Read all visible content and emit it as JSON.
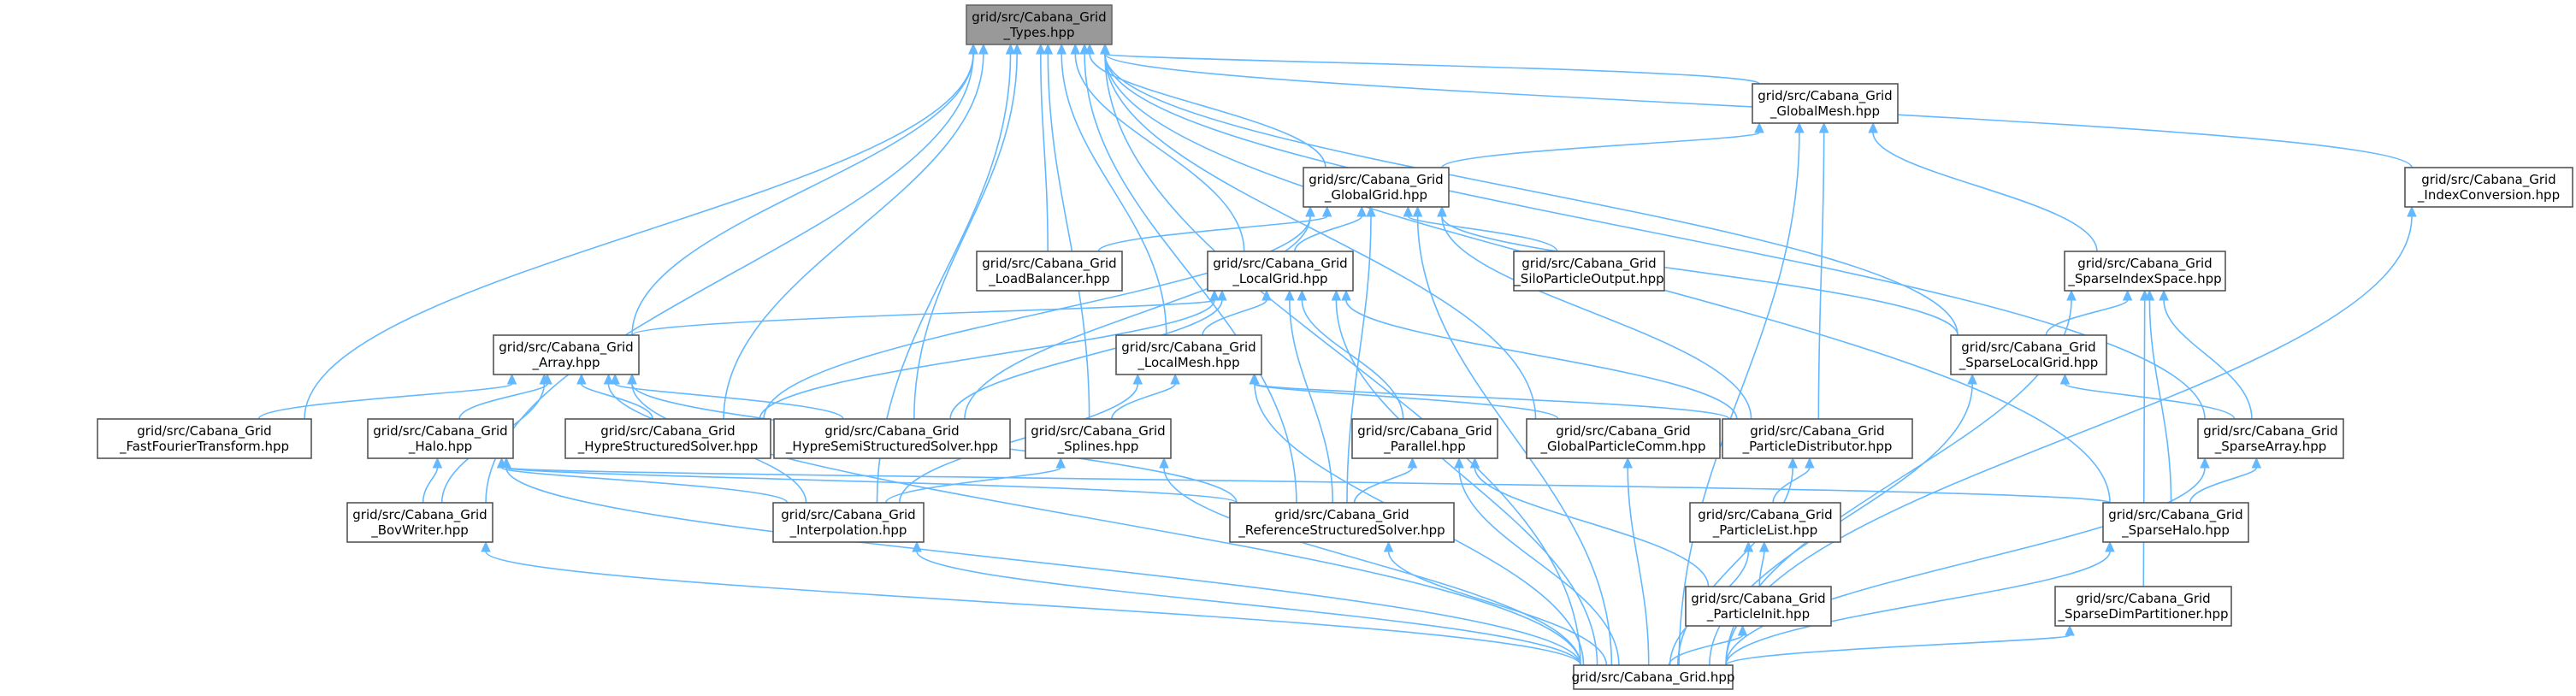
{
  "diagram": {
    "type": "include-dependency-graph",
    "root": "types",
    "colors": {
      "edge": "#63b8ff",
      "root_fill": "#999999",
      "node_fill": "#ffffff",
      "node_border": "#555555"
    },
    "nodes": [
      {
        "id": "types",
        "label": [
          "grid/src/Cabana_Grid",
          "_Types.hpp"
        ]
      },
      {
        "id": "globalmesh",
        "label": [
          "grid/src/Cabana_Grid",
          "_GlobalMesh.hpp"
        ]
      },
      {
        "id": "indexconv",
        "label": [
          "grid/src/Cabana_Grid",
          "_IndexConversion.hpp"
        ]
      },
      {
        "id": "globalgrid",
        "label": [
          "grid/src/Cabana_Grid",
          "_GlobalGrid.hpp"
        ]
      },
      {
        "id": "loadbal",
        "label": [
          "grid/src/Cabana_Grid",
          "_LoadBalancer.hpp"
        ]
      },
      {
        "id": "localgrid",
        "label": [
          "grid/src/Cabana_Grid",
          "_LocalGrid.hpp"
        ]
      },
      {
        "id": "silo",
        "label": [
          "grid/src/Cabana_Grid",
          "_SiloParticleOutput.hpp"
        ]
      },
      {
        "id": "sparseidx",
        "label": [
          "grid/src/Cabana_Grid",
          "_SparseIndexSpace.hpp"
        ]
      },
      {
        "id": "array",
        "label": [
          "grid/src/Cabana_Grid",
          "_Array.hpp"
        ]
      },
      {
        "id": "localmesh",
        "label": [
          "grid/src/Cabana_Grid",
          "_LocalMesh.hpp"
        ]
      },
      {
        "id": "sparselocal",
        "label": [
          "grid/src/Cabana_Grid",
          "_SparseLocalGrid.hpp"
        ]
      },
      {
        "id": "fft",
        "label": [
          "grid/src/Cabana_Grid",
          "_FastFourierTransform.hpp"
        ]
      },
      {
        "id": "halo",
        "label": [
          "grid/src/Cabana_Grid",
          "_Halo.hpp"
        ]
      },
      {
        "id": "hypre",
        "label": [
          "grid/src/Cabana_Grid",
          "_HypreStructuredSolver.hpp"
        ]
      },
      {
        "id": "hypresemi",
        "label": [
          "grid/src/Cabana_Grid",
          "_HypreSemiStructuredSolver.hpp"
        ]
      },
      {
        "id": "splines",
        "label": [
          "grid/src/Cabana_Grid",
          "_Splines.hpp"
        ]
      },
      {
        "id": "parallel",
        "label": [
          "grid/src/Cabana_Grid",
          "_Parallel.hpp"
        ]
      },
      {
        "id": "globalpc",
        "label": [
          "grid/src/Cabana_Grid",
          "_GlobalParticleComm.hpp"
        ]
      },
      {
        "id": "pdist",
        "label": [
          "grid/src/Cabana_Grid",
          "_ParticleDistributor.hpp"
        ]
      },
      {
        "id": "sparsearray",
        "label": [
          "grid/src/Cabana_Grid",
          "_SparseArray.hpp"
        ]
      },
      {
        "id": "bov",
        "label": [
          "grid/src/Cabana_Grid",
          "_BovWriter.hpp"
        ]
      },
      {
        "id": "interp",
        "label": [
          "grid/src/Cabana_Grid",
          "_Interpolation.hpp"
        ]
      },
      {
        "id": "refsolver",
        "label": [
          "grid/src/Cabana_Grid",
          "_ReferenceStructuredSolver.hpp"
        ]
      },
      {
        "id": "plist",
        "label": [
          "grid/src/Cabana_Grid",
          "_ParticleList.hpp"
        ]
      },
      {
        "id": "sparsehalo",
        "label": [
          "grid/src/Cabana_Grid",
          "_SparseHalo.hpp"
        ]
      },
      {
        "id": "pinit",
        "label": [
          "grid/src/Cabana_Grid",
          "_ParticleInit.hpp"
        ]
      },
      {
        "id": "sparsedim",
        "label": [
          "grid/src/Cabana_Grid",
          "_SparseDimPartitioner.hpp"
        ]
      },
      {
        "id": "main",
        "label": [
          "grid/src/Cabana_Grid.hpp"
        ]
      }
    ],
    "edges": [
      [
        "globalmesh",
        "types"
      ],
      [
        "indexconv",
        "types"
      ],
      [
        "globalgrid",
        "types"
      ],
      [
        "loadbal",
        "types"
      ],
      [
        "localgrid",
        "types"
      ],
      [
        "array",
        "types"
      ],
      [
        "localmesh",
        "types"
      ],
      [
        "sparselocal",
        "types"
      ],
      [
        "fft",
        "types"
      ],
      [
        "hypre",
        "types"
      ],
      [
        "hypresemi",
        "types"
      ],
      [
        "splines",
        "types"
      ],
      [
        "globalpc",
        "types"
      ],
      [
        "sparsearray",
        "types"
      ],
      [
        "bov",
        "types"
      ],
      [
        "interp",
        "types"
      ],
      [
        "refsolver",
        "types"
      ],
      [
        "sparsehalo",
        "types"
      ],
      [
        "main",
        "types"
      ],
      [
        "globalgrid",
        "globalmesh"
      ],
      [
        "sparseidx",
        "globalmesh"
      ],
      [
        "pdist",
        "globalmesh"
      ],
      [
        "main",
        "globalmesh"
      ],
      [
        "main",
        "indexconv"
      ],
      [
        "loadbal",
        "globalgrid"
      ],
      [
        "localgrid",
        "globalgrid"
      ],
      [
        "silo",
        "globalgrid"
      ],
      [
        "sparselocal",
        "globalgrid"
      ],
      [
        "hypre",
        "globalgrid"
      ],
      [
        "hypresemi",
        "globalgrid"
      ],
      [
        "pdist",
        "globalgrid"
      ],
      [
        "refsolver",
        "globalgrid"
      ],
      [
        "main",
        "globalgrid"
      ],
      [
        "array",
        "localgrid"
      ],
      [
        "localmesh",
        "localgrid"
      ],
      [
        "hypre",
        "localgrid"
      ],
      [
        "hypresemi",
        "localgrid"
      ],
      [
        "parallel",
        "localgrid"
      ],
      [
        "pdist",
        "localgrid"
      ],
      [
        "refsolver",
        "localgrid"
      ],
      [
        "main",
        "localgrid"
      ],
      [
        "sparselocal",
        "sparseidx"
      ],
      [
        "sparsearray",
        "sparseidx"
      ],
      [
        "sparsehalo",
        "sparseidx"
      ],
      [
        "sparsedim",
        "sparseidx"
      ],
      [
        "main",
        "sparseidx"
      ],
      [
        "fft",
        "array"
      ],
      [
        "halo",
        "array"
      ],
      [
        "hypre",
        "array"
      ],
      [
        "hypresemi",
        "array"
      ],
      [
        "bov",
        "array"
      ],
      [
        "interp",
        "array"
      ],
      [
        "refsolver",
        "array"
      ],
      [
        "main",
        "array"
      ],
      [
        "splines",
        "localmesh"
      ],
      [
        "globalpc",
        "localmesh"
      ],
      [
        "pdist",
        "localmesh"
      ],
      [
        "interp",
        "localmesh"
      ],
      [
        "main",
        "localmesh"
      ],
      [
        "sparsearray",
        "sparselocal"
      ],
      [
        "main",
        "sparselocal"
      ],
      [
        "bov",
        "halo"
      ],
      [
        "interp",
        "halo"
      ],
      [
        "refsolver",
        "halo"
      ],
      [
        "sparsehalo",
        "halo"
      ],
      [
        "main",
        "halo"
      ],
      [
        "interp",
        "splines"
      ],
      [
        "main",
        "splines"
      ],
      [
        "refsolver",
        "parallel"
      ],
      [
        "pinit",
        "parallel"
      ],
      [
        "main",
        "parallel"
      ],
      [
        "main",
        "globalpc"
      ],
      [
        "plist",
        "pdist"
      ],
      [
        "main",
        "pdist"
      ],
      [
        "sparsehalo",
        "sparsearray"
      ],
      [
        "main",
        "sparsearray"
      ],
      [
        "main",
        "bov"
      ],
      [
        "main",
        "interp"
      ],
      [
        "main",
        "refsolver"
      ],
      [
        "pinit",
        "plist"
      ],
      [
        "main",
        "plist"
      ],
      [
        "main",
        "sparsehalo"
      ],
      [
        "main",
        "pinit"
      ],
      [
        "main",
        "sparsedim"
      ]
    ]
  }
}
